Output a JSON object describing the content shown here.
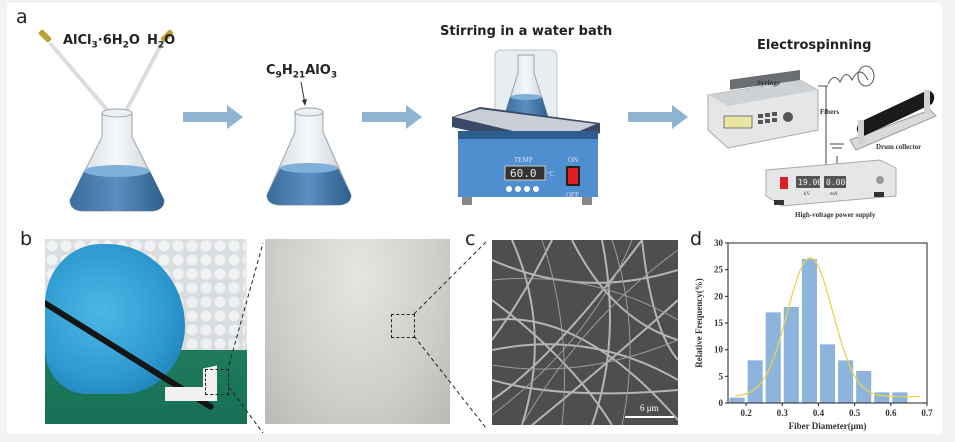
{
  "figure": {
    "panel_labels": {
      "a": "a",
      "b": "b",
      "c": "c",
      "d": "d"
    },
    "step1": {
      "reagent1_base": "AlCl",
      "reagent1_sub": "3",
      "reagent1_mid": "·6H",
      "reagent1_sub2": "2",
      "reagent1_end": "O",
      "reagent2_base": "H",
      "reagent2_sub": "2",
      "reagent2_end": "O"
    },
    "step2": {
      "reagent_parts": [
        "C",
        "9",
        "H",
        "21",
        "AlO",
        "3"
      ]
    },
    "step3": {
      "title": "Stirring in a water bath",
      "display_value": "60.0",
      "temp_label": "TEMP",
      "unit": "°C",
      "on_label": "ON",
      "off_label": "OFF"
    },
    "step4": {
      "title": "Electrospinning",
      "syringe_label": "Syringe",
      "fibers_label": "Fibers",
      "drum_label": "Drum collector",
      "power_label": "High-voltage power supply",
      "kv_value": "19.00",
      "ma_value": "0.00",
      "kv_unit": "kV",
      "ma_unit": "mA"
    },
    "sem": {
      "scale_bar": "6 μm"
    },
    "colors": {
      "arrow": "#8fb3d3",
      "liquid": "#4a7fae",
      "bar": "#8db4dd",
      "fit": "#e8d44d",
      "heater": "#4f8fd0",
      "glove": "#3aa6d8",
      "mat": "#1f7a5e"
    }
  },
  "chart_data": {
    "type": "bar",
    "title": "",
    "xlabel": "Fiber Diameter(μm)",
    "ylabel": "Relative Frequency(%)",
    "x": [
      0.175,
      0.225,
      0.275,
      0.325,
      0.375,
      0.425,
      0.475,
      0.525,
      0.575,
      0.625
    ],
    "values": [
      1,
      8,
      17,
      18,
      27,
      11,
      8,
      6,
      2,
      2
    ],
    "bin_width": 0.05,
    "xlim": [
      0.15,
      0.7
    ],
    "ylim": [
      0,
      30
    ],
    "xticks": [
      "0.2",
      "0.3",
      "0.4",
      "0.5",
      "0.6",
      "0.7"
    ],
    "xtick_values": [
      0.2,
      0.3,
      0.4,
      0.5,
      0.6,
      0.7
    ],
    "yticks": [
      "0",
      "5",
      "10",
      "15",
      "20",
      "25",
      "30"
    ],
    "ytick_values": [
      0,
      5,
      10,
      15,
      20,
      25,
      30
    ],
    "fit": {
      "type": "gaussian",
      "mean": 0.377,
      "sigma": 0.063,
      "amplitude": 26,
      "offset": 1.2,
      "range": [
        0.17,
        0.68
      ]
    },
    "grid": false,
    "legend": "none"
  }
}
